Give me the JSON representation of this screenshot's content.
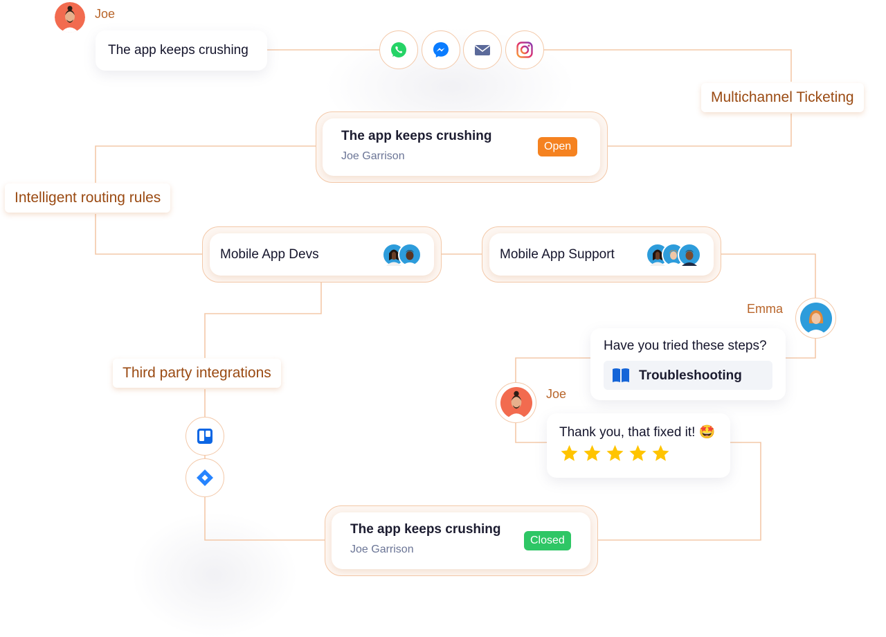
{
  "joe_top": {
    "name": "Joe",
    "message": "The app keeps crushing"
  },
  "channels": [
    "whatsapp-icon",
    "messenger-icon",
    "email-icon",
    "instagram-icon"
  ],
  "labels": {
    "multichannel": "Multichannel Ticketing",
    "routing": "Intelligent routing rules",
    "integrations": "Third party integrations"
  },
  "ticket_open": {
    "title": "The app keeps crushing",
    "customer": "Joe Garrison",
    "status": "Open",
    "status_color": "#f58220"
  },
  "teams": [
    {
      "name": "Mobile App Devs"
    },
    {
      "name": "Mobile App Support"
    }
  ],
  "emma": {
    "name": "Emma",
    "message": "Have you tried these steps?",
    "article": "Troubleshooting"
  },
  "joe_reply": {
    "name": "Joe",
    "message": "Thank you, that fixed it! 🤩",
    "rating": 5,
    "rating_max": 5
  },
  "integrations": [
    "trello-icon",
    "jira-icon"
  ],
  "ticket_closed": {
    "title": "The app keeps crushing",
    "customer": "Joe Garrison",
    "status": "Closed",
    "status_color": "#2ec665"
  },
  "colors": {
    "accent_line": "#f3c8a8",
    "label_text": "#9a4a12",
    "name_text": "#b8652a"
  }
}
